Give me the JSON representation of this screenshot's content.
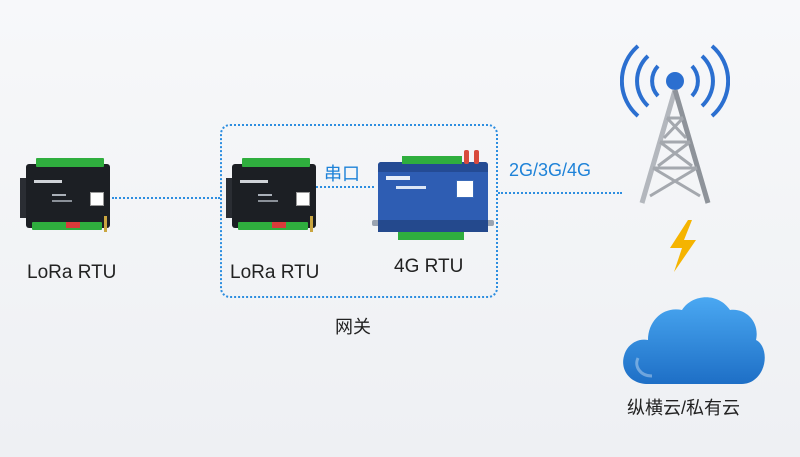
{
  "devices": {
    "lora_left_label": "LoRa RTU",
    "lora_gateway_label": "LoRa RTU",
    "g4_label": "4G RTU"
  },
  "links": {
    "serial_label": "串口",
    "network_label": "2G/3G/4G"
  },
  "gateway": {
    "group_label": "网关"
  },
  "cloud": {
    "label": "纵横云/私有云"
  },
  "colors": {
    "line": "#2d8ee0",
    "label_blue": "#1e82d8",
    "cloud_top": "#4aa8f2",
    "cloud_bottom": "#1e6fc6",
    "tower": "#2b6fd0",
    "bolt": "#f5b400"
  },
  "icons": [
    "signal-tower-icon",
    "lightning-icon",
    "cloud-icon"
  ]
}
